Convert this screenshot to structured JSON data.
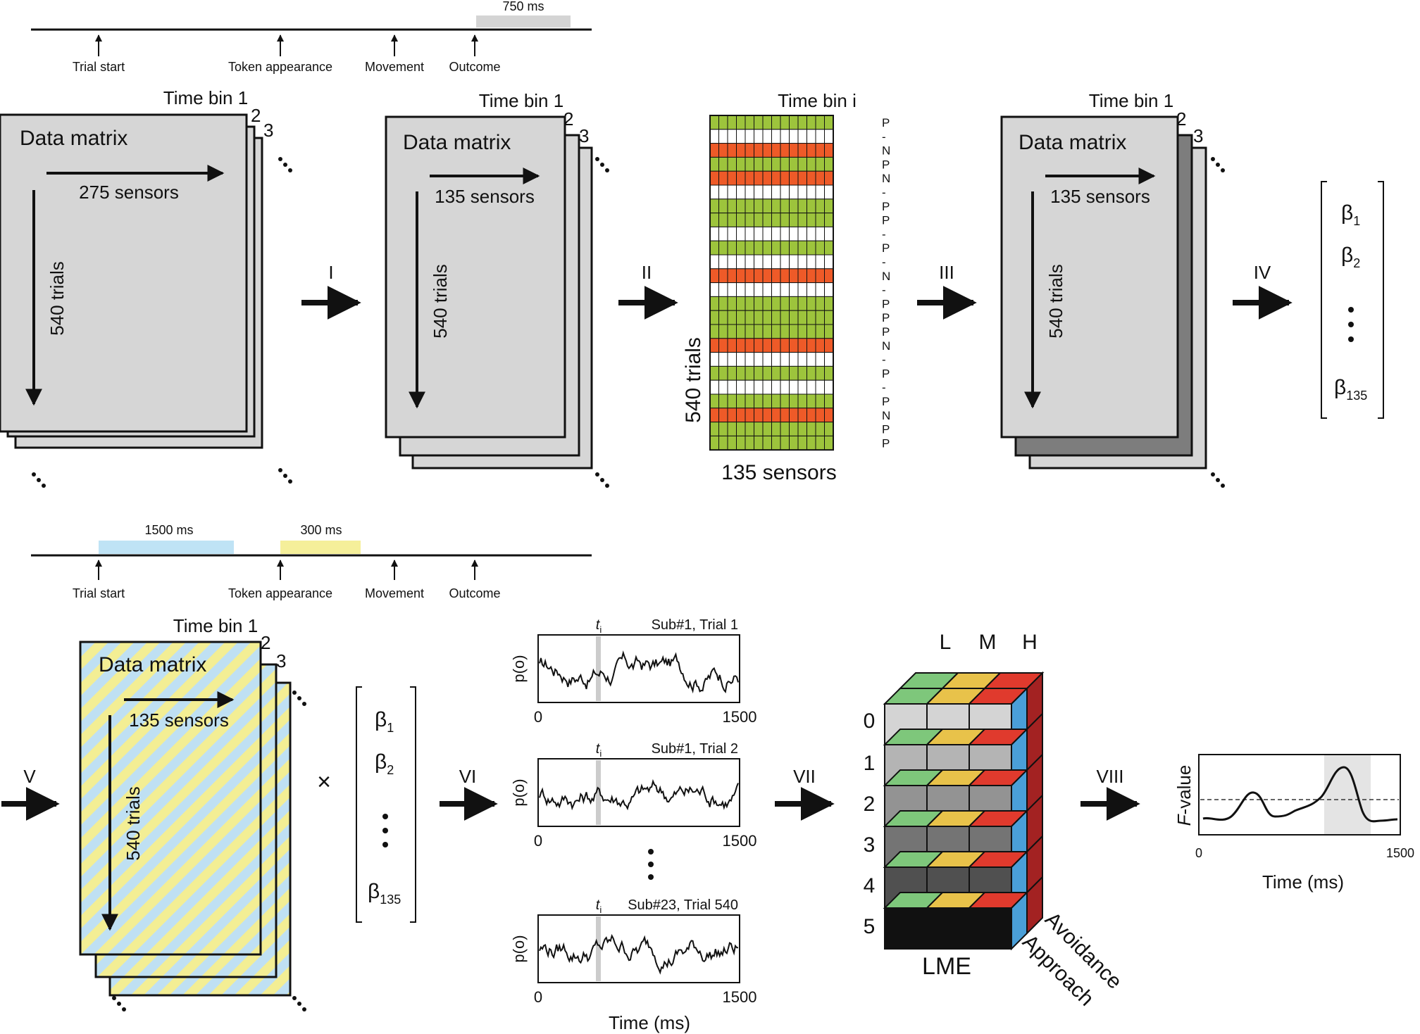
{
  "top_timeline": {
    "events": [
      "Trial start",
      "Token appearance",
      "Movement",
      "Outcome"
    ],
    "window_label": "750 ms",
    "window_color": "#d4d4d4"
  },
  "bottom_timeline": {
    "events": [
      "Trial start",
      "Token appearance",
      "Movement",
      "Outcome"
    ],
    "window1_label": "1500 ms",
    "window1_color": "#bfe3f5",
    "window2_label": "300 ms",
    "window2_color": "#f5ef9a"
  },
  "stack1": {
    "time_bin": "Time bin 1",
    "num2": "2",
    "num3": "3",
    "title": "Data matrix",
    "sensors": "275 sensors",
    "trials": "540 trials"
  },
  "stack2": {
    "time_bin": "Time bin 1",
    "num2": "2",
    "num3": "3",
    "title": "Data matrix",
    "sensors": "135 sensors",
    "trials": "540 trials"
  },
  "grid": {
    "time_bin": "Time bin i",
    "sensors": "135 sensors",
    "trials": "540 trials",
    "row_labels": [
      "P",
      "-",
      "N",
      "P",
      "N",
      "-",
      "P",
      "P",
      "-",
      "P",
      "-",
      "N",
      "-",
      "P",
      "P",
      "P",
      "N",
      "-",
      "P",
      "-",
      "P",
      "N",
      "P",
      "P"
    ],
    "colors": {
      "P": "#9dc43c",
      "N": "#ee5a28",
      "-": "#ffffff"
    }
  },
  "stack3": {
    "time_bin": "Time bin 1",
    "num2": "2",
    "num3": "3",
    "title": "Data matrix",
    "sensors": "135 sensors",
    "trials": "540 trials"
  },
  "beta_vector_top": {
    "b1": "1",
    "b2": "2",
    "bn": "135"
  },
  "beta_vector_bottom": {
    "b1": "1",
    "b2": "2",
    "bn": "135"
  },
  "steps": {
    "I": "I",
    "II": "II",
    "III": "III",
    "IV": "IV",
    "V": "V",
    "VI": "VI",
    "VII": "VII",
    "VIII": "VIII",
    "times": "×"
  },
  "stack4": {
    "time_bin": "Time bin 1",
    "num2": "2",
    "num3": "3",
    "title": "Data matrix",
    "sensors": "135 sensors",
    "trials": "540 trials"
  },
  "traces": [
    {
      "t_label": "t",
      "t_sub": "i",
      "caption": "Sub#1, Trial 1",
      "ylabel": "p(o)",
      "x0": "0",
      "x1": "1500"
    },
    {
      "t_label": "t",
      "t_sub": "i",
      "caption": "Sub#1, Trial 2",
      "ylabel": "p(o)",
      "x0": "0",
      "x1": "1500"
    },
    {
      "t_label": "t",
      "t_sub": "i",
      "caption": "Sub#23, Trial 540",
      "ylabel": "p(o)",
      "x0": "0",
      "x1": "1500"
    }
  ],
  "trace_xlabel": "Time (ms)",
  "cube": {
    "columns": [
      "L",
      "M",
      "H"
    ],
    "rows": [
      "0",
      "1",
      "2",
      "3",
      "4",
      "5"
    ],
    "bottom_label": "LME",
    "side_labels": [
      "Avoidance",
      "Approach"
    ]
  },
  "fplot": {
    "ylabel_italic": "F",
    "ylabel_rest": "-value",
    "x0": "0",
    "x1": "1500",
    "xlabel": "Time (ms)"
  }
}
